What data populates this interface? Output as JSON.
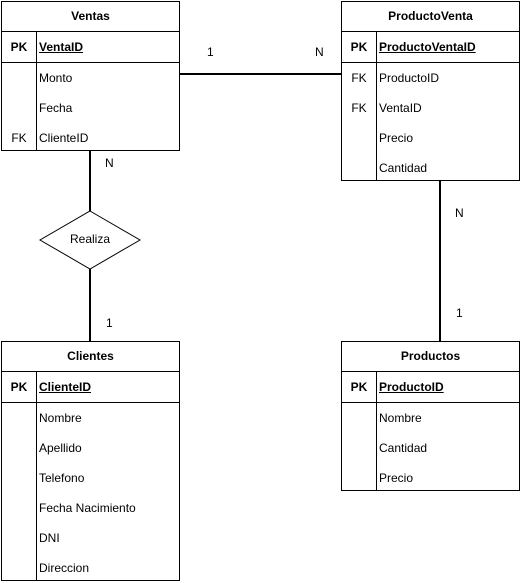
{
  "entities": {
    "ventas": {
      "title": "Ventas",
      "pk_key": "PK",
      "pk_field": "VentaID",
      "rows": [
        {
          "key": "",
          "field": "Monto"
        },
        {
          "key": "",
          "field": "Fecha"
        },
        {
          "key": "FK",
          "field": "ClienteID"
        }
      ]
    },
    "productoventa": {
      "title": "ProductoVenta",
      "pk_key": "PK",
      "pk_field": "ProductoVentaID",
      "rows": [
        {
          "key": "FK",
          "field": "ProductoID"
        },
        {
          "key": "FK",
          "field": "VentaID"
        },
        {
          "key": "",
          "field": "Precio"
        },
        {
          "key": "",
          "field": "Cantidad"
        }
      ]
    },
    "clientes": {
      "title": "Clientes",
      "pk_key": "PK",
      "pk_field": "ClienteID",
      "rows": [
        {
          "key": "",
          "field": "Nombre"
        },
        {
          "key": "",
          "field": "Apellido"
        },
        {
          "key": "",
          "field": "Telefono"
        },
        {
          "key": "",
          "field": "Fecha Nacimiento"
        },
        {
          "key": "",
          "field": "DNI"
        },
        {
          "key": "",
          "field": "Direccion"
        }
      ]
    },
    "productos": {
      "title": "Productos",
      "pk_key": "PK",
      "pk_field": "ProductoID",
      "rows": [
        {
          "key": "",
          "field": "Nombre"
        },
        {
          "key": "",
          "field": "Cantidad"
        },
        {
          "key": "",
          "field": "Precio"
        }
      ]
    }
  },
  "relationship": {
    "label": "Realiza"
  },
  "cardinalities": {
    "ventas_productoventa_left": "1",
    "ventas_productoventa_right": "N",
    "ventas_clientes_top": "N",
    "ventas_clientes_bottom": "1",
    "productoventa_productos_top": "N",
    "productoventa_productos_bottom": "1"
  }
}
